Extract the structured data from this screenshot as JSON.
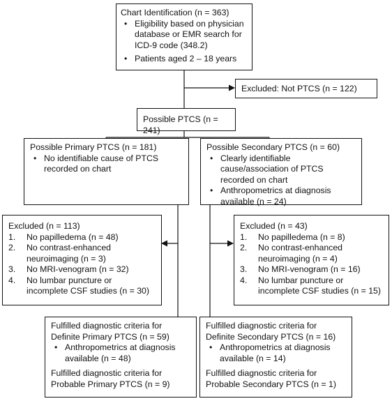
{
  "chart_identification": {
    "title": "Chart Identification (n = 363)",
    "bullets": [
      "Eligibility based on physician database or EMR search for ICD-9 code (348.2)",
      "Patients aged 2 – 18 years"
    ]
  },
  "excluded_not_ptcs": "Excluded: Not PTCS (n = 122)",
  "possible_ptcs": "Possible PTCS (n = 241)",
  "possible_primary": {
    "title": "Possible Primary PTCS (n = 181)",
    "bullets": [
      "No identifiable cause of PTCS recorded on chart"
    ]
  },
  "possible_secondary": {
    "title": "Possible Secondary PTCS (n = 60)",
    "bullets": [
      "Clearly identifiable cause/association of PTCS recorded on chart",
      "Anthropometrics at diagnosis available (n = 24)"
    ]
  },
  "excluded_primary": {
    "title": "Excluded (n = 113)",
    "items": [
      {
        "num": "1.",
        "text": "No papilledema (n = 48)"
      },
      {
        "num": "2.",
        "text": "No contrast-enhanced neuroimaging (n = 3)"
      },
      {
        "num": "3.",
        "text": "No MRI-venogram (n = 32)"
      },
      {
        "num": "4.",
        "text": "No lumbar puncture or incomplete CSF studies (n = 30)"
      }
    ]
  },
  "excluded_secondary": {
    "title": "Excluded (n = 43)",
    "items": [
      {
        "num": "1.",
        "text": "No papilledema (n = 8)"
      },
      {
        "num": "2.",
        "text": "No contrast-enhanced neuroimaging (n = 4)"
      },
      {
        "num": "3.",
        "text": "No MRI-venogram (n = 16)"
      },
      {
        "num": "4.",
        "text": "No lumbar puncture or incomplete CSF studies (n = 15)"
      }
    ]
  },
  "final_primary": {
    "definite": "Fulfilled diagnostic criteria for Definite Primary PTCS (n = 59)",
    "bullets": [
      "Anthropometrics at diagnosis available (n = 48)"
    ],
    "probable": "Fulfilled diagnostic criteria for Probable Primary PTCS (n = 9)"
  },
  "final_secondary": {
    "definite": "Fulfilled diagnostic criteria for Definite Secondary PTCS (n = 16)",
    "bullets": [
      "Anthropometrics at diagnosis available (n = 14)"
    ],
    "probable": "Fulfilled diagnostic criteria for Probable Secondary PTCS (n = 1)"
  }
}
